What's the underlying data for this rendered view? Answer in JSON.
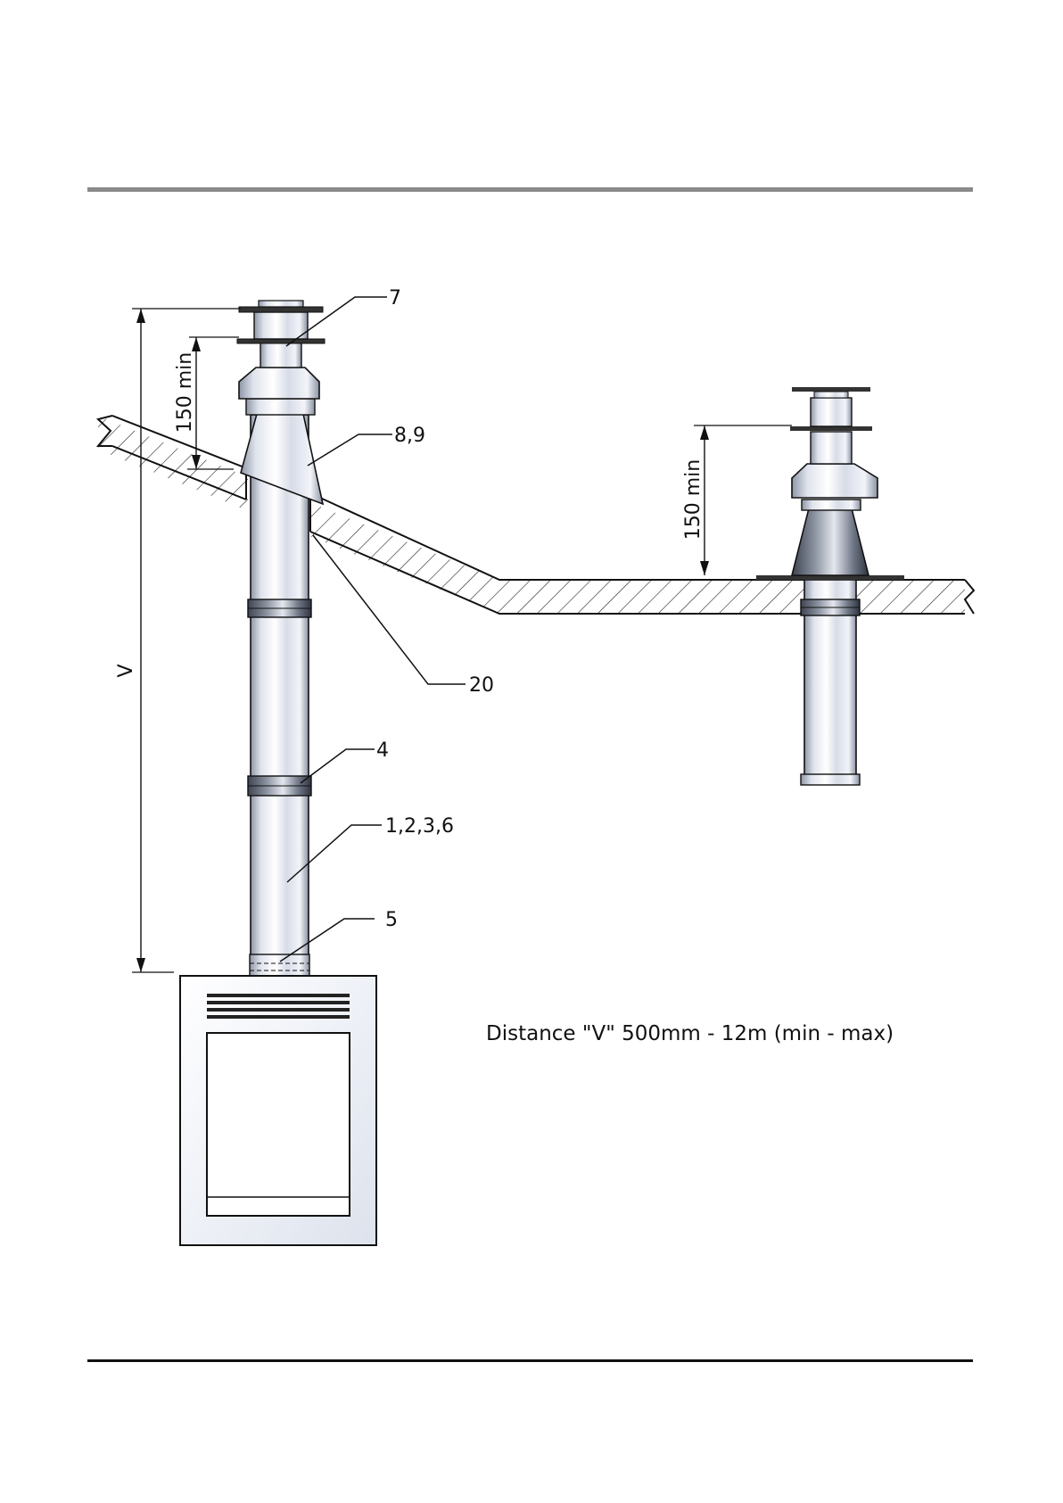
{
  "diagram": {
    "callouts": {
      "terminal": "7",
      "flashing": "8,9",
      "sealant": "20",
      "joint_band": "4",
      "pipe_sections": "1,2,3,6",
      "adapter": "5"
    },
    "dimension_v": "V",
    "dimension_clearance_left": "150 min",
    "dimension_clearance_right": "150 min",
    "caption": "Distance \"V\" 500mm - 12m (min - max)"
  },
  "colors": {
    "line": "#111111",
    "rule_top": "#8a8a8a",
    "steel_light": "#f4f6fb",
    "steel_mid": "#c9cfdb",
    "steel_dark": "#7d8594"
  }
}
